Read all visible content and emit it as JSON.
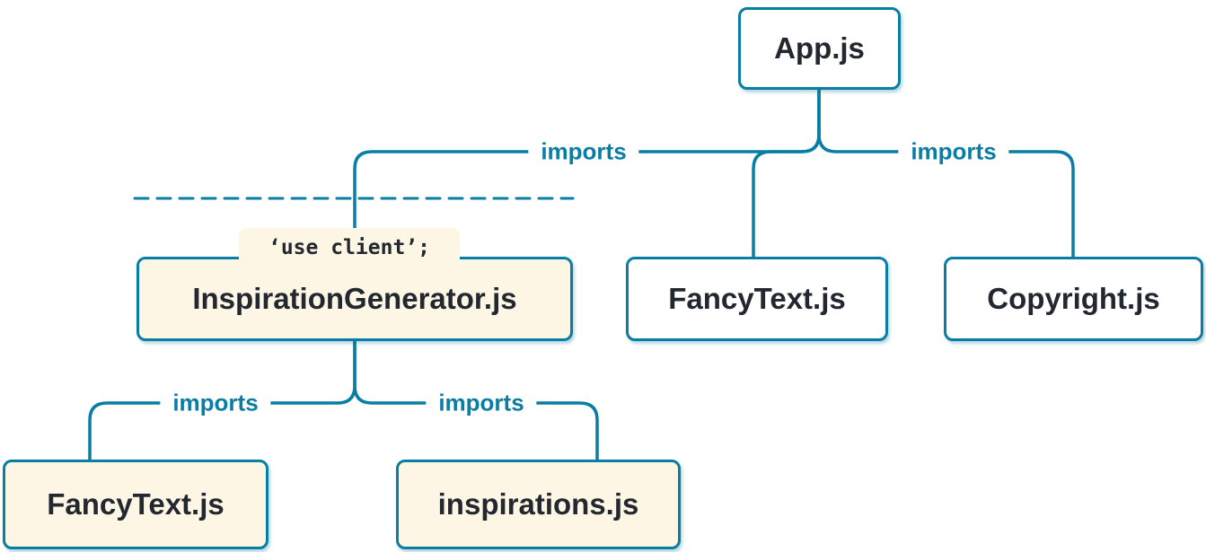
{
  "diagram": {
    "colors": {
      "line": "#087ea4",
      "edge_label_text": "#087ea4",
      "node_text": "#23272f",
      "client_node_background": "#fdf6e5",
      "server_node_background": "#ffffff",
      "page_background": "#ffffff"
    },
    "nodes": {
      "app": {
        "label": "App.js",
        "type": "server"
      },
      "inspiration_generator": {
        "label": "InspirationGenerator.js",
        "directive": "‘use client’;",
        "type": "client"
      },
      "fancy_text_top": {
        "label": "FancyText.js",
        "type": "server"
      },
      "copyright": {
        "label": "Copyright.js",
        "type": "server"
      },
      "fancy_text_bottom": {
        "label": "FancyText.js",
        "type": "client"
      },
      "inspirations": {
        "label": "inspirations.js",
        "type": "client"
      }
    },
    "edge_labels": {
      "top_left": "imports",
      "top_right": "imports",
      "bottom_left": "imports",
      "bottom_right": "imports"
    },
    "edges": [
      {
        "from": "App.js",
        "to": "InspirationGenerator.js",
        "label": "imports"
      },
      {
        "from": "App.js",
        "to": "FancyText.js",
        "label": ""
      },
      {
        "from": "App.js",
        "to": "Copyright.js",
        "label": "imports"
      },
      {
        "from": "InspirationGenerator.js",
        "to": "FancyText.js",
        "label": "imports"
      },
      {
        "from": "InspirationGenerator.js",
        "to": "inspirations.js",
        "label": "imports"
      }
    ]
  }
}
